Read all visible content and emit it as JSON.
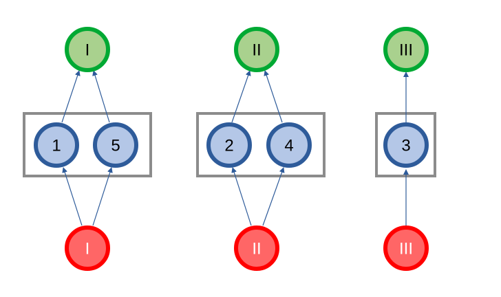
{
  "top_nodes": [
    "I",
    "II",
    "III"
  ],
  "middle_nodes": [
    "1",
    "5",
    "2",
    "4",
    "3"
  ],
  "bottom_nodes": [
    "I",
    "II",
    "III"
  ],
  "colors": {
    "top_fill": "#a9d18e",
    "top_stroke": "#00a933",
    "middle_fill": "#b4c7e7",
    "middle_stroke": "#2e5b9a",
    "bottom_fill": "#ff6666",
    "bottom_stroke": "#ff0000",
    "box_stroke": "#8c8c8c",
    "arrow": "#2e5b9a"
  }
}
